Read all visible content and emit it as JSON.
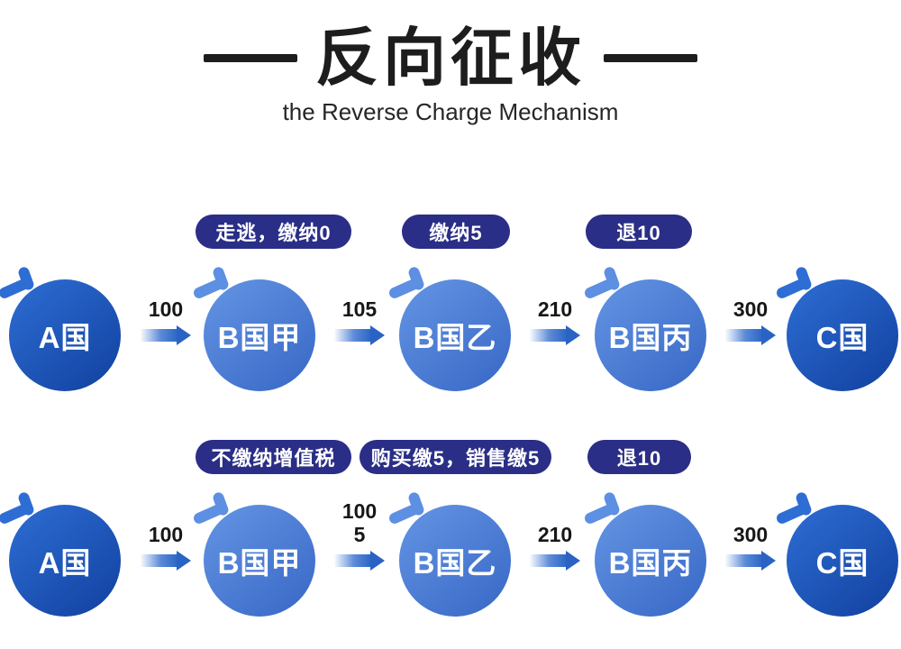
{
  "header": {
    "title": "反向征收",
    "subtitle": "the Reverse Charge Mechanism"
  },
  "colors": {
    "badge_bg": "#2a2e86",
    "dark_node_gradient": [
      "#2e6ed4",
      "#11409f"
    ],
    "light_node_gradient": [
      "#6495e4",
      "#3767c5"
    ],
    "arrow_blue": "#2a63c4",
    "text_dark": "#1d1d1d"
  },
  "rows": [
    {
      "badges": [
        {
          "label": "走逃，缴纳0"
        },
        {
          "label": "缴纳5"
        },
        {
          "label": "退10"
        }
      ],
      "nodes": [
        {
          "label": "A国",
          "tone": "dark"
        },
        {
          "label": "B国甲",
          "tone": "light"
        },
        {
          "label": "B国乙",
          "tone": "light"
        },
        {
          "label": "B国丙",
          "tone": "light"
        },
        {
          "label": "C国",
          "tone": "dark"
        }
      ],
      "arrows": [
        {
          "label": "100"
        },
        {
          "label": "105"
        },
        {
          "label": "210"
        },
        {
          "label": "300"
        }
      ]
    },
    {
      "badges": [
        {
          "label": "不缴纳增值税"
        },
        {
          "label": "购买缴5，销售缴5"
        },
        {
          "label": "退10"
        }
      ],
      "nodes": [
        {
          "label": "A国",
          "tone": "dark"
        },
        {
          "label": "B国甲",
          "tone": "light"
        },
        {
          "label": "B国乙",
          "tone": "light"
        },
        {
          "label": "B国丙",
          "tone": "light"
        },
        {
          "label": "C国",
          "tone": "dark"
        }
      ],
      "arrows": [
        {
          "label": "100"
        },
        {
          "label": "100\n5"
        },
        {
          "label": "210"
        },
        {
          "label": "300"
        }
      ]
    }
  ]
}
